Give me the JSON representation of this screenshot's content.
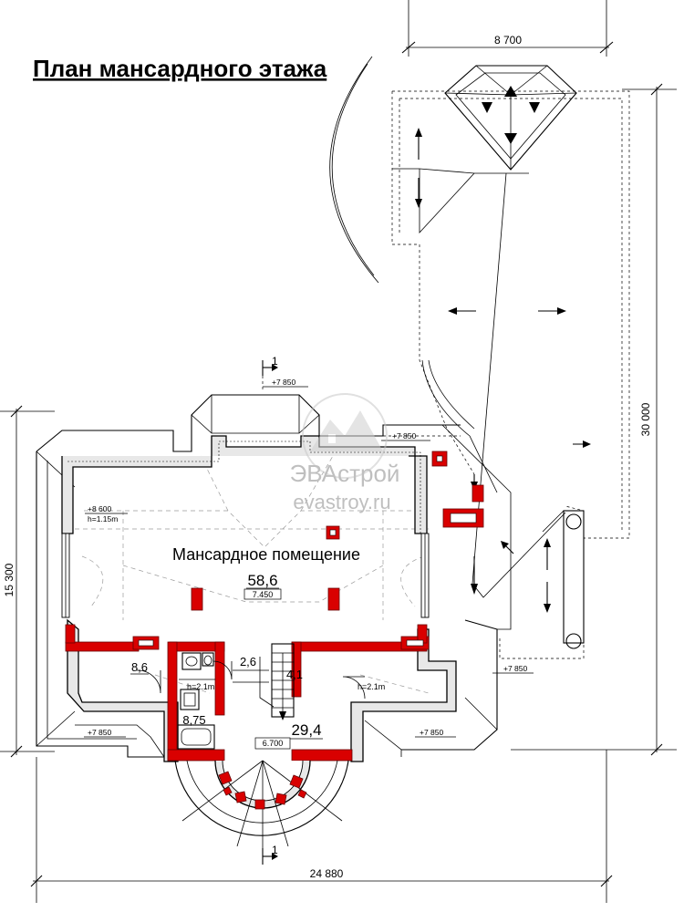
{
  "title": "План мансардного этажа",
  "dimensions": {
    "top_width": "8 700",
    "right_length": "30 000",
    "left_height": "15 300",
    "bottom_width": "24 880"
  },
  "levels": {
    "roof_top": "+7 850",
    "roof_mid": "+7 850",
    "roof_right": "+7 850",
    "roof_bottom_left": "+7 850",
    "roof_bottom_right": "+7 850",
    "ridge_left": "+8 600",
    "height_left": "h=1.15m",
    "height_bath": "h=2.1m",
    "height_room": "h=2.1m"
  },
  "rooms": {
    "main_name": "Мансардное помещение",
    "main_area": "58,6",
    "main_level": "7.450",
    "left_area": "8,6",
    "bath_area": "8,75",
    "hall_area": "2,6",
    "stair_area": "4,1",
    "right_area": "29,4",
    "hall_level": "6.700"
  },
  "section_mark": "1",
  "watermark": {
    "brand": "ЭВАстрой",
    "site": "evastroy.ru"
  }
}
